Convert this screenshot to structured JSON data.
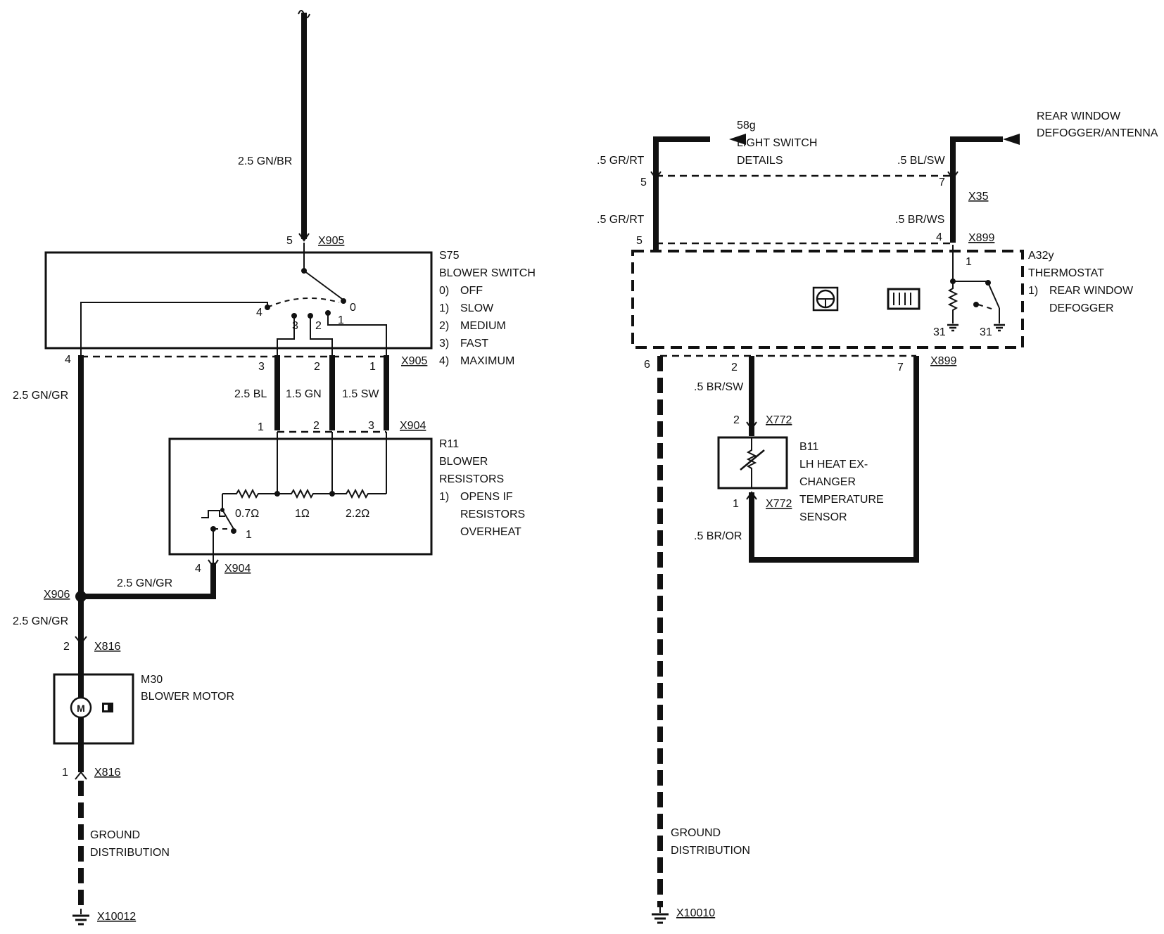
{
  "wires": {
    "top_feed": "2.5 GN/BR",
    "gn_gr_upper": "2.5 GN/GR",
    "bl": "2.5 BL",
    "gn": "1.5 GN",
    "sw": "1.5 SW",
    "gn_gr_mid": "2.5 GN/GR",
    "gn_gr_lower": "2.5 GN/GR",
    "gr_rt_upper": ".5 GR/RT",
    "gr_rt_lower": ".5 GR/RT",
    "bl_sw": ".5 BL/SW",
    "br_ws": ".5 BR/WS",
    "br_sw": ".5 BR/SW",
    "br_or": ".5 BR/OR"
  },
  "connectors": {
    "x905_top": "X905",
    "x905_bottom": "X905",
    "x904_top": "X904",
    "x904_bottom": "X904",
    "x906": "X906",
    "x816_top": "X816",
    "x816_bottom": "X816",
    "x10012": "X10012",
    "x35": "X35",
    "x899_top": "X899",
    "x899_bottom": "X899",
    "x772_top": "X772",
    "x772_bottom": "X772",
    "x10010": "X10010"
  },
  "pins": {
    "p5_x905": "5",
    "p4_x905": "4",
    "p3_x905": "3",
    "p2_x905": "2",
    "p1_x905": "1",
    "p1_x904": "1",
    "p2_x904": "2",
    "p3_x904": "3",
    "p4_x904": "4",
    "p2_x816": "2",
    "p1_x816": "1",
    "p5_x35": "5",
    "p7_x35": "7",
    "p5_x899": "5",
    "p4_x899": "4",
    "p6_x899": "6",
    "p2_x899": "2",
    "p7_x899": "7",
    "p2_x772": "2",
    "p1_x772": "1"
  },
  "blower_switch": {
    "ref": "S75",
    "name": "BLOWER SWITCH",
    "positions": [
      {
        "num": "0)",
        "label": "OFF"
      },
      {
        "num": "1)",
        "label": "SLOW"
      },
      {
        "num": "2)",
        "label": "MEDIUM"
      },
      {
        "num": "3)",
        "label": "FAST"
      },
      {
        "num": "4)",
        "label": "MAXIMUM"
      }
    ],
    "contacts": {
      "c4": "4",
      "c3": "3",
      "c2": "2",
      "c1": "1",
      "c0": "0"
    }
  },
  "blower_resistors": {
    "ref": "R11",
    "name_line1": "BLOWER",
    "name_line2": "RESISTORS",
    "note_num": "1)",
    "note_line1": "OPENS IF",
    "note_line2": "RESISTORS",
    "note_line3": "OVERHEAT",
    "r1": "0.7Ω",
    "r2": "1Ω",
    "r3": "2.2Ω",
    "fuse_marker": "1"
  },
  "blower_motor": {
    "ref": "M30",
    "name": "BLOWER MOTOR",
    "symbol": "M"
  },
  "ground_left": {
    "line1": "GROUND",
    "line2": "DISTRIBUTION"
  },
  "ground_right": {
    "line1": "GROUND",
    "line2": "DISTRIBUTION"
  },
  "light_switch": {
    "line1": "58g",
    "line2": "LIGHT SWITCH",
    "line3": "DETAILS"
  },
  "rear_window": {
    "line1": "REAR WINDOW",
    "line2": "DEFOGGER/ANTENNA"
  },
  "thermostat": {
    "ref": "A32y",
    "name": "THERMOSTAT",
    "note_num": "1)",
    "note_line1": "REAR WINDOW",
    "note_line2": "DEFOGGER",
    "marker": "1",
    "ground_a": "31",
    "ground_b": "31",
    "icons": [
      "steering-wheel-icon",
      "rear-window-heater-icon"
    ]
  },
  "heat_sensor": {
    "ref": "B11",
    "line1": "LH HEAT EX-",
    "line2": "CHANGER",
    "line3": "TEMPERATURE",
    "line4": "SENSOR"
  },
  "colors": {
    "ink": "#111111",
    "paper": "#ffffff"
  }
}
